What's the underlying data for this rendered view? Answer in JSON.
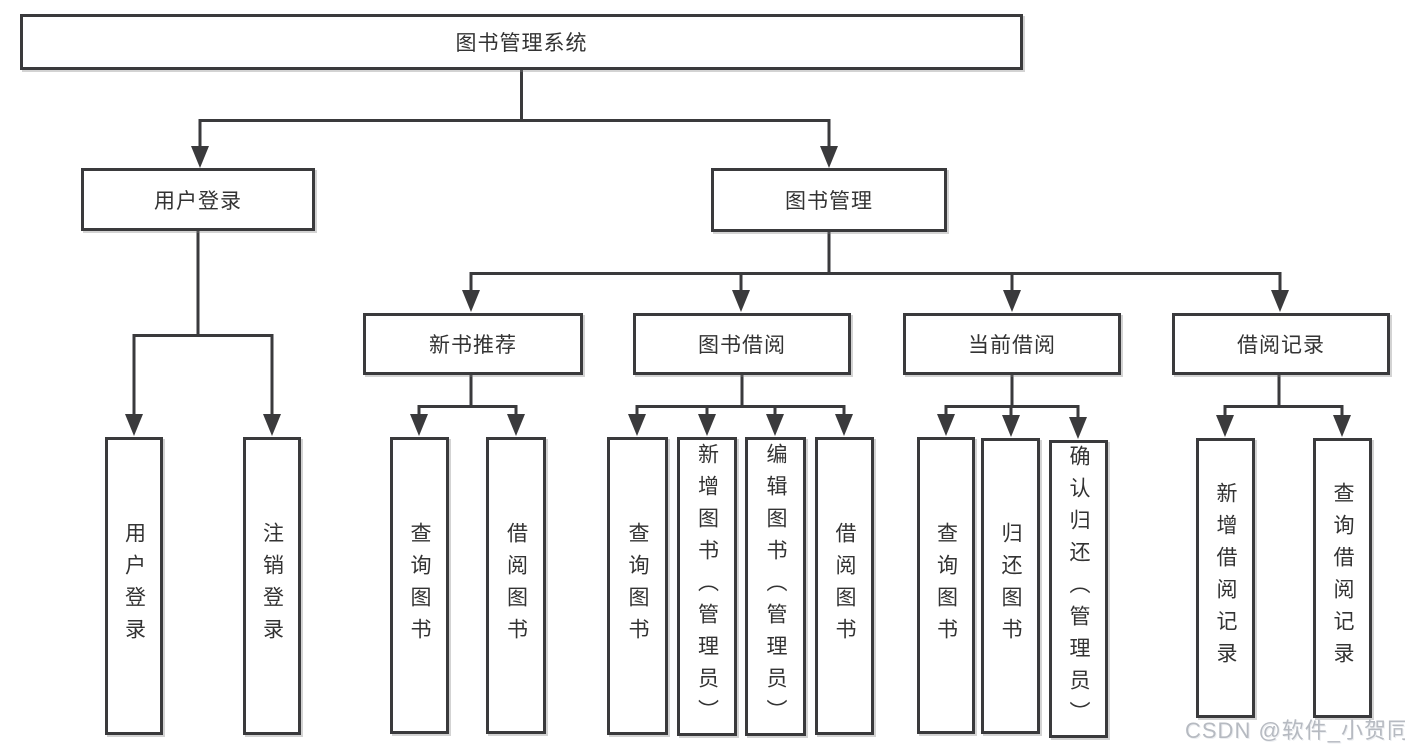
{
  "colors": {
    "line": "#3a3a3c",
    "text": "#333333",
    "background": "#ffffff",
    "watermark": "#b6bac1"
  },
  "watermark": {
    "text": "CSDN @软件_小贺同学"
  },
  "tree": {
    "root": {
      "label": "图书管理系统"
    },
    "level2": [
      {
        "label": "用户登录"
      },
      {
        "label": "图书管理"
      }
    ],
    "level3": [
      {
        "label": "新书推荐"
      },
      {
        "label": "图书借阅"
      },
      {
        "label": "当前借阅"
      },
      {
        "label": "借阅记录"
      }
    ],
    "leaves": {
      "user": [
        "用户登录",
        "注销登录"
      ],
      "recommend": [
        "查询图书",
        "借阅图书"
      ],
      "borrow": [
        "查询图书",
        "新增图书（管理员）",
        "编辑图书（管理员）",
        "借阅图书"
      ],
      "current": [
        "查询图书",
        "归还图书",
        "确认归还（管理员）"
      ],
      "records": [
        "新增借阅记录",
        "查询借阅记录"
      ]
    }
  }
}
